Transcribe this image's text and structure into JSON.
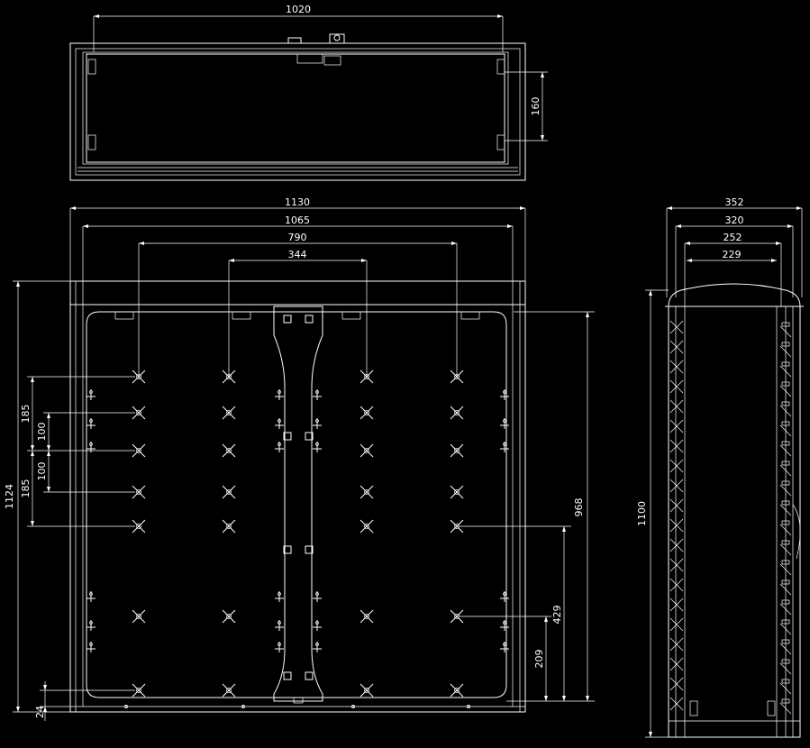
{
  "top_view": {
    "width_label": "1020",
    "depth_label": "160"
  },
  "front_view": {
    "overall_width": "1130",
    "inner_width": "1065",
    "span_790": "790",
    "span_344": "344",
    "overall_height": "1124",
    "height_968": "968",
    "height_429": "429",
    "height_209": "209",
    "offset_24": "24",
    "pitch_185_upper": "185",
    "pitch_100_upper": "100",
    "pitch_100_lower": "100",
    "pitch_185_lower": "185"
  },
  "side_view": {
    "depth_352": "352",
    "depth_320": "320",
    "depth_252": "252",
    "depth_229": "229",
    "height_1100": "1100"
  }
}
